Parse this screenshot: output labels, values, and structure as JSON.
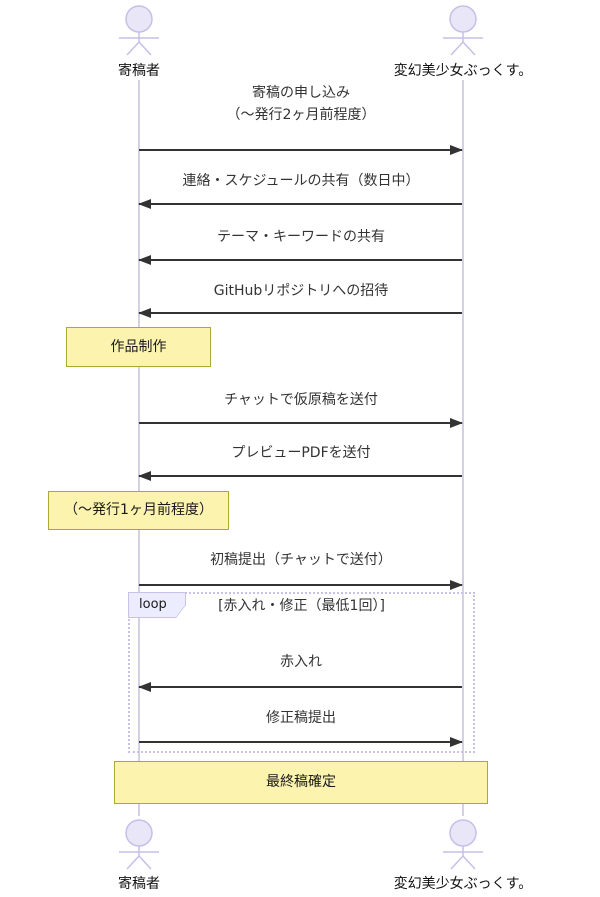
{
  "actors": {
    "left": {
      "label": "寄稿者"
    },
    "right": {
      "label": "変幻美少女ぶっくす。"
    }
  },
  "messages": [
    {
      "lines": [
        "寄稿の申し込み",
        "（〜発行2ヶ月前程度）"
      ],
      "direction": "right"
    },
    {
      "lines": [
        "連絡・スケジュールの共有（数日中）"
      ],
      "direction": "left"
    },
    {
      "lines": [
        "テーマ・キーワードの共有"
      ],
      "direction": "left"
    },
    {
      "lines": [
        "GitHubリポジトリへの招待"
      ],
      "direction": "left"
    },
    {
      "lines": [
        "チャットで仮原稿を送付"
      ],
      "direction": "right"
    },
    {
      "lines": [
        "プレビューPDFを送付"
      ],
      "direction": "left"
    },
    {
      "lines": [
        "初稿提出（チャットで送付）"
      ],
      "direction": "right"
    },
    {
      "lines": [
        "赤入れ"
      ],
      "direction": "left"
    },
    {
      "lines": [
        "修正稿提出"
      ],
      "direction": "right"
    }
  ],
  "notes": [
    {
      "text": "作品制作",
      "over": "寄稿者"
    },
    {
      "text": "（〜発行1ヶ月前程度）",
      "over": "寄稿者"
    },
    {
      "text": "最終稿確定",
      "over": "both"
    }
  ],
  "loop": {
    "label": "loop",
    "condition": "[赤入れ・修正（最低1回）]"
  },
  "colors": {
    "actor_fill": "#E9E6F8",
    "actor_stroke": "#C6BFE8",
    "lifeline": "#D5D1E4",
    "note_fill": "#FCF3AE",
    "note_border": "#AAAA33",
    "loop_border": "#C9C2E8",
    "loop_tag_fill": "#ECECFF",
    "arrow": "#333333"
  }
}
